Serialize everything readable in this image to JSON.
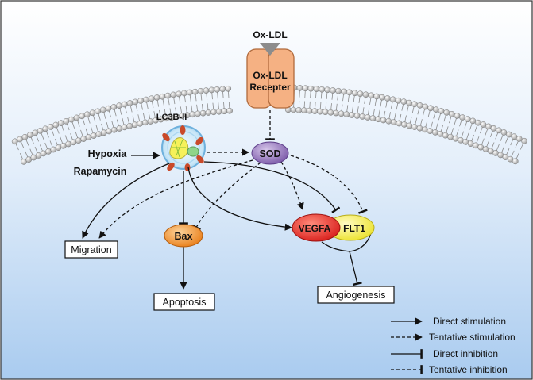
{
  "ligand": "Ox-LDL",
  "receptor": [
    "Ox-LDL",
    "Recepter"
  ],
  "autophagosome_label": "LC3B-II",
  "stimuli": [
    "Hypoxia",
    "Rapamycin"
  ],
  "nodes": {
    "sod": "SOD",
    "bax": "Bax",
    "vegfa": "VEGFA",
    "flt1": "FLT1"
  },
  "outcomes": {
    "migration": "Migration",
    "apoptosis": "Apoptosis",
    "angiogenesis": "Angiogenesis"
  },
  "legend": {
    "direct_stimulation": "Direct stimulation",
    "tentative_stimulation": "Tentative stimulation",
    "direct_inhibition": "Direct inhibition",
    "tentative_inhibition": "Tentative inhibition"
  },
  "colors": {
    "background_top": "#ffffff",
    "background_bottom": "#a9cbef",
    "receptor": "#f5b183",
    "sod": "#9e7fc2",
    "bax": "#f29533",
    "vegfa": "#e8302c",
    "flt1": "#f6ee3c",
    "membrane_bead": "#c9c9c9"
  }
}
